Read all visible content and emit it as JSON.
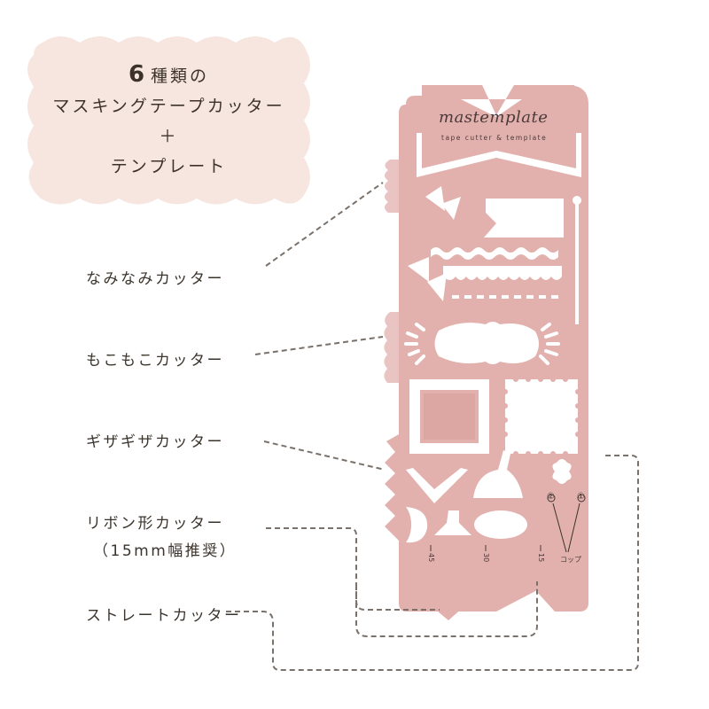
{
  "headline": {
    "line1_number": "6",
    "line1_text": "種類の",
    "line2": "マスキングテープカッター",
    "line3": "＋",
    "line4": "テンプレート"
  },
  "callouts": [
    {
      "label": "なみなみカッター"
    },
    {
      "label": "もこもこカッター"
    },
    {
      "label": "ギザギザカッター"
    },
    {
      "label": "リボン形カッター",
      "sublabel": "（15mm幅推奨）"
    },
    {
      "label": "ストレートカッター"
    }
  ],
  "product": {
    "brand": "mastemplate",
    "tagline": "tape cutter & template",
    "scale_marks": [
      "45",
      "30",
      "15"
    ],
    "cup_label": "コップ",
    "cup_markers": [
      "②",
      "①"
    ]
  },
  "colors": {
    "cloud_bg": "#f6e6df",
    "template_pink": "#e2b1ad",
    "template_edge": "#d7a09c",
    "leader_line": "#7a716a",
    "text": "#3b342c"
  }
}
